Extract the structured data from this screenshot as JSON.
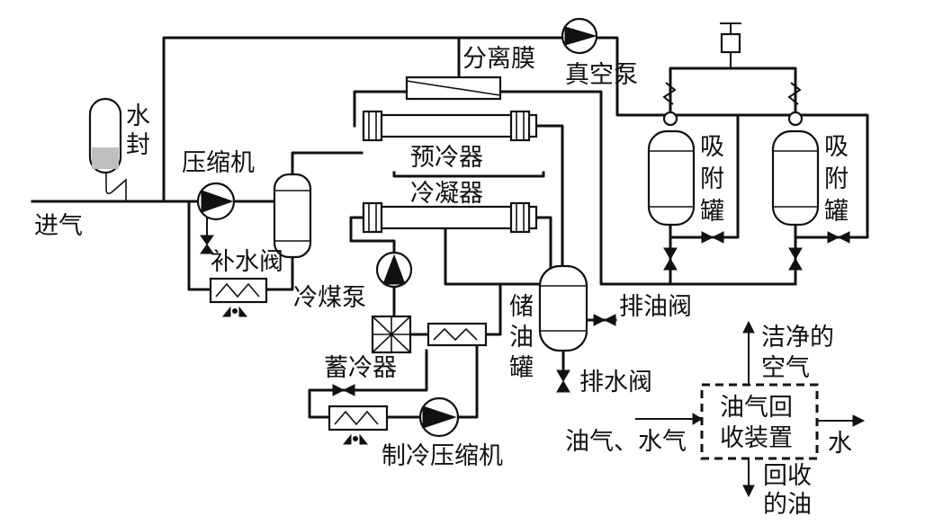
{
  "labels": {
    "water_seal_1": "水",
    "water_seal_2": "封",
    "inlet": "进气",
    "compressor": "压缩机",
    "makeup_valve": "补水阀",
    "refrigerant_pump": "冷煤泵",
    "accumulator": "蓄冷器",
    "refrigeration_compressor": "制冷压缩机",
    "membrane": "分离膜",
    "vacuum_pump": "真空泵",
    "precooler": "预冷器",
    "condenser": "冷凝器",
    "oil_tank_1": "储",
    "oil_tank_2": "油",
    "oil_tank_3": "罐",
    "drain_oil_valve": "排油阀",
    "drain_water_valve": "排水阀",
    "adsorber_a_1": "吸",
    "adsorber_a_2": "附",
    "adsorber_a_3": "罐",
    "adsorber_b_1": "吸",
    "adsorber_b_2": "附",
    "adsorber_b_3": "罐"
  },
  "legend": {
    "device_line_1": "油气回",
    "device_line_2": "收装置",
    "input": "油气、水气",
    "clean_air_1": "洁净的",
    "clean_air_2": "空气",
    "water_out": "水",
    "oil_out_1": "回收",
    "oil_out_2": "的油"
  }
}
